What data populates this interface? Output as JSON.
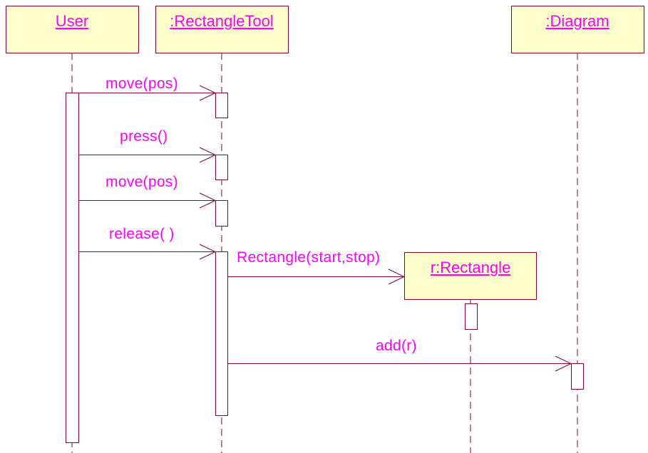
{
  "colors": {
    "object_fill": "#ffffcc",
    "line": "#800040",
    "text": "#ff00ff",
    "background": "#ffffff"
  },
  "objects": {
    "user": {
      "label": "User"
    },
    "rectangle_tool": {
      "label": ":RectangleTool"
    },
    "diagram": {
      "label": ":Diagram"
    },
    "rectangle": {
      "label": "r:Rectangle"
    }
  },
  "messages": {
    "m1": {
      "label": "move(pos)"
    },
    "m2": {
      "label": "press()"
    },
    "m3": {
      "label": "move(pos)"
    },
    "m4": {
      "label": "release( )"
    },
    "m5": {
      "label": "Rectangle(start,stop)"
    },
    "m6": {
      "label": "add(r)"
    }
  }
}
